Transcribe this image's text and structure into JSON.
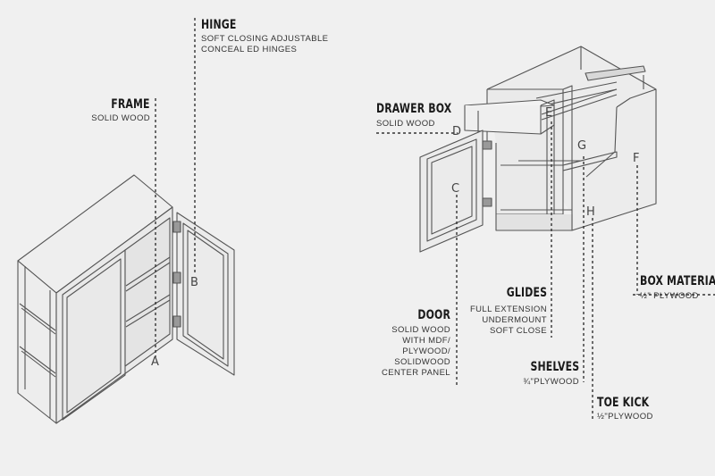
{
  "labels": {
    "hinge": {
      "title": "HINGE",
      "lines": [
        "SOFT CLOSING ADJUSTABLE",
        "CONCEAL ED HINGES"
      ]
    },
    "frame": {
      "title": "FRAME",
      "lines": [
        "SOLID WOOD"
      ]
    },
    "drawer_box": {
      "title": "DRAWER BOX",
      "lines": [
        "SOLID WOOD"
      ]
    },
    "glides": {
      "title": "GLIDES",
      "lines": [
        "FULL EXTENSION",
        "UNDERMOUNT",
        "SOFT CLOSE"
      ]
    },
    "door": {
      "title": "DOOR",
      "lines": [
        "SOLID WOOD",
        "WITH MDF/",
        "PLYWOOD/",
        "SOLIDWOOD",
        "CENTER PANEL"
      ]
    },
    "shelves": {
      "title": "SHELVES",
      "lines": [
        "¾\"PLYWOOD"
      ]
    },
    "toe_kick": {
      "title": "TOE KICK",
      "lines": [
        "½\"PLYWOOD"
      ]
    },
    "box_material": {
      "title": "BOX MATERIA",
      "lines": [
        "½\" PLYWOOD"
      ]
    }
  },
  "letters": {
    "a": "A",
    "b": "B",
    "c": "C",
    "d": "D",
    "e": "E",
    "f": "F",
    "g": "G",
    "h": "H"
  }
}
